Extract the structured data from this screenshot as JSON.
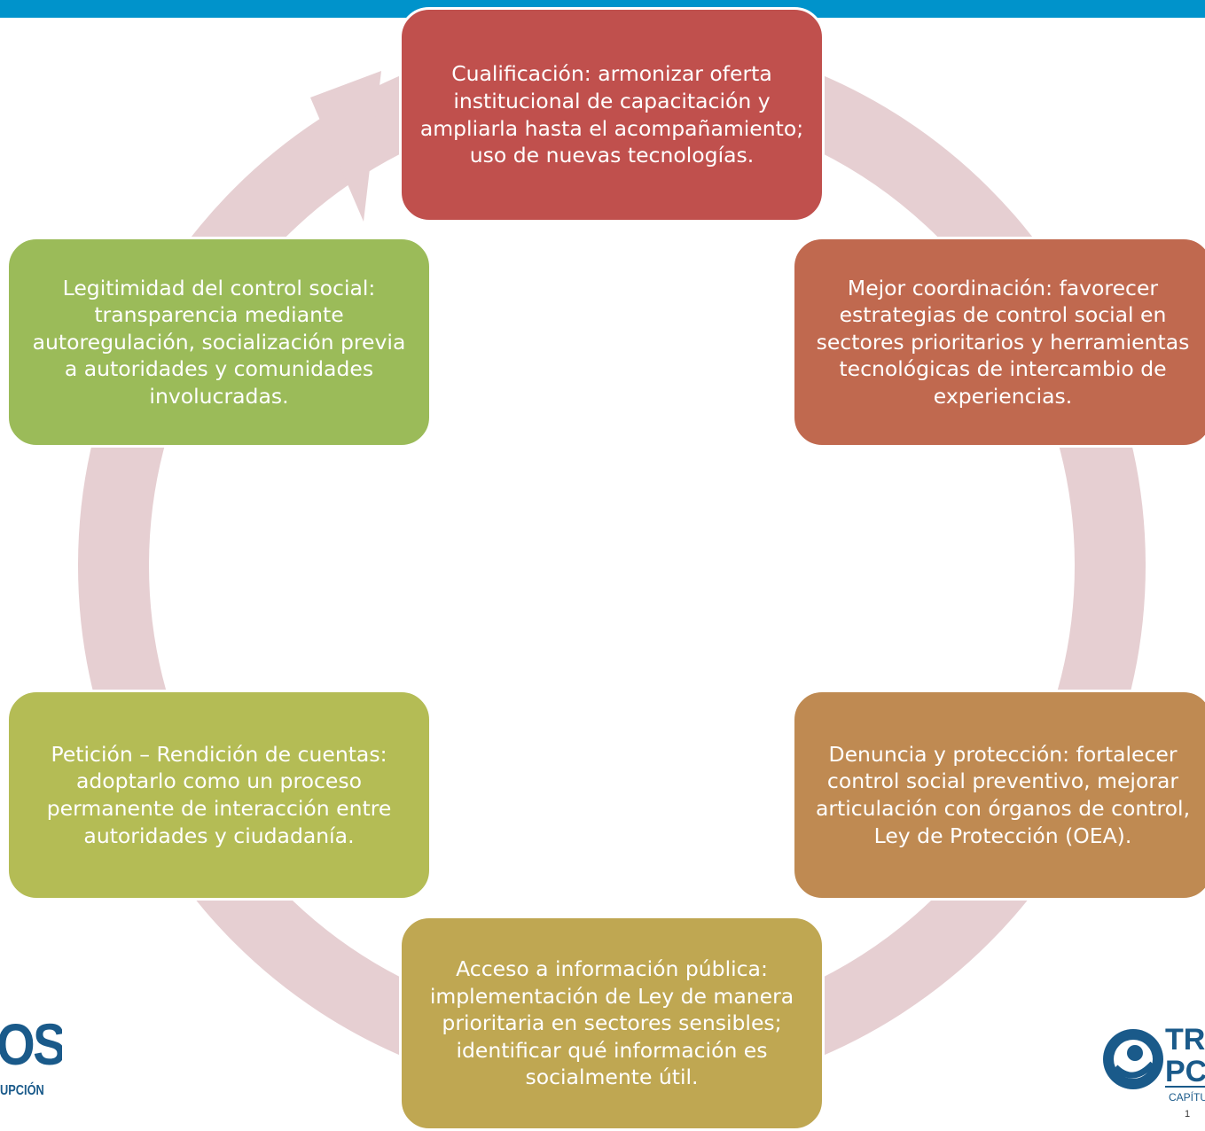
{
  "header": {
    "bar_color": "#0093cb"
  },
  "cycle": {
    "ring_color": "#e6cfd2",
    "nodes": [
      {
        "id": "cualificacion",
        "text": "Cualificación:  armonizar oferta institucional de capacitación y ampliarla hasta el acompañamiento; uso de nuevas tecnologías.",
        "color": "#c0504d"
      },
      {
        "id": "coordinacion",
        "text": "Mejor coordinación: favorecer estrategias de control social en sectores prioritarios y herramientas tecnológicas de intercambio de experiencias.",
        "color": "#c0694f"
      },
      {
        "id": "denuncia",
        "text": "Denuncia y protección: fortalecer control social preventivo, mejorar articulación con órganos de control, Ley de Protección (OEA).",
        "color": "#bf8a52"
      },
      {
        "id": "acceso",
        "text": "Acceso a información pública: implementación de Ley de manera prioritaria en sectores sensibles; identificar qué información es socialmente útil.",
        "color": "#bfa752"
      },
      {
        "id": "peticion",
        "text": "Petición – Rendición de cuentas: adoptarlo como un proceso permanente de interacción entre autoridades y ciudadanía.",
        "color": "#b4bc55"
      },
      {
        "id": "legitimidad",
        "text": "Legitimidad del control social: transparencia mediante autoregulación, socialización previa a autoridades y comunidades involucradas.",
        "color": "#9bbb59"
      }
    ]
  },
  "logos": {
    "left": {
      "big": "OS",
      "small": "UPCIÓN"
    },
    "right": {
      "line1": "TR",
      "line2": "PC",
      "line3": "CAPÍTU",
      "line4": "1"
    }
  }
}
